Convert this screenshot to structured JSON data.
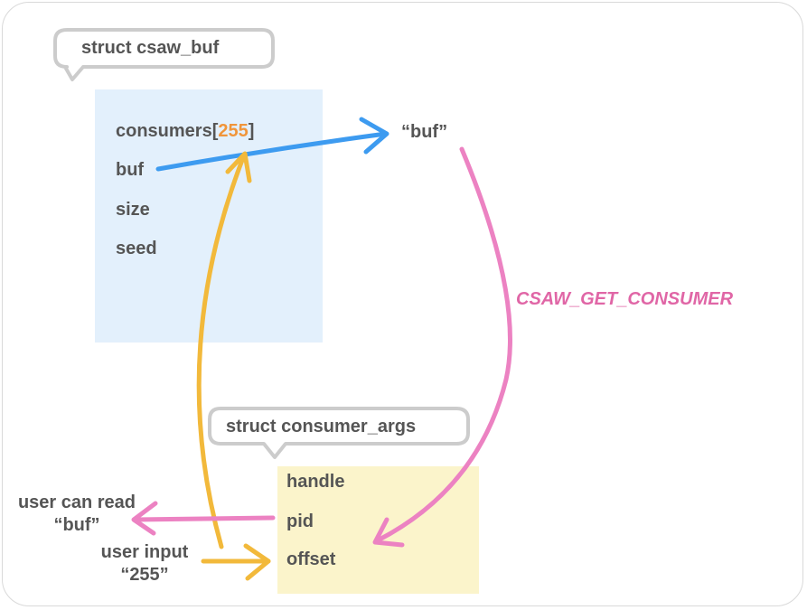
{
  "colors": {
    "blue_box": "#e3f0fc",
    "yellow_box": "#fbf4cb",
    "arrow_blue": "#3d9bf0",
    "arrow_yellow": "#f2b93b",
    "arrow_pink": "#ec82c2",
    "text": "#555555",
    "highlight_orange": "#f0953a",
    "ioctl_pink": "#e066a6",
    "callout_border": "#cccccc"
  },
  "csaw_buf": {
    "title": "struct csaw_buf",
    "fields": {
      "consumers_prefix": "consumers[",
      "consumers_index": "255",
      "consumers_suffix": "]",
      "buf": "buf",
      "size": "size",
      "seed": "seed"
    }
  },
  "buf_target": "“buf”",
  "ioctl_label": "CSAW_GET_CONSUMER",
  "consumer_args": {
    "title": "struct consumer_args",
    "fields": {
      "handle": "handle",
      "pid": "pid",
      "offset": "offset"
    }
  },
  "user_read": {
    "line1": "user can read",
    "line2": "“buf”"
  },
  "user_input": {
    "line1": "user input",
    "line2": "“255”"
  }
}
